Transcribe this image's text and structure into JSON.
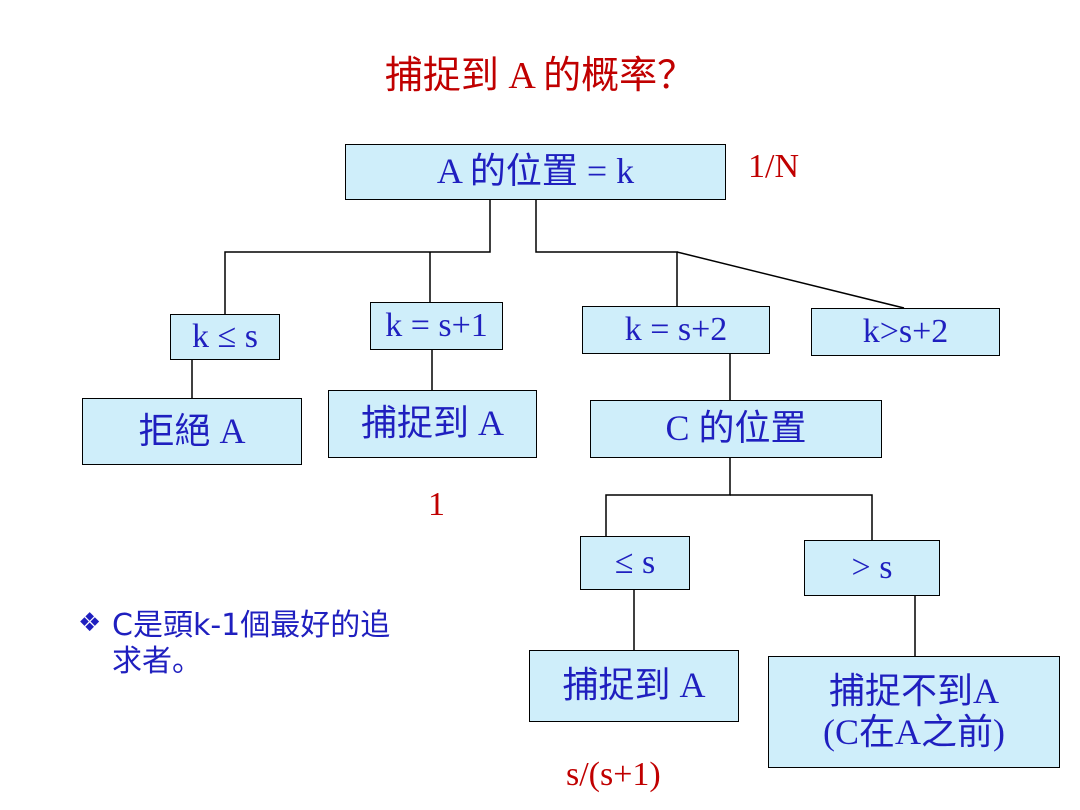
{
  "title": "捕捉到 A 的概率？",
  "nodes": {
    "root": "A 的位置 = k",
    "k_le_s": "k ≤ s",
    "k_eq_s1": "k = s+1",
    "k_eq_s2": "k = s+2",
    "k_gt_s2": "k>s+2",
    "reject_a": "拒絕 A",
    "capture_a_1": "捕捉到 A",
    "c_position": "C 的位置",
    "le_s": "≤  s",
    "gt_s": "> s",
    "capture_a_2": "捕捉到 A",
    "not_capture_line1": "捕捉不到A",
    "not_capture_line2": "(C在A之前)"
  },
  "probabilities": {
    "root": "1/N",
    "capture_1": "1",
    "capture_2": "s/(s+1)"
  },
  "note": {
    "bullet": "❖",
    "line1": "C是頭k-1個最好的追",
    "line2": "求者。"
  },
  "colors": {
    "box_fill": "#cfeefa",
    "box_text": "#1f1fbf",
    "red_text": "#c00000"
  }
}
